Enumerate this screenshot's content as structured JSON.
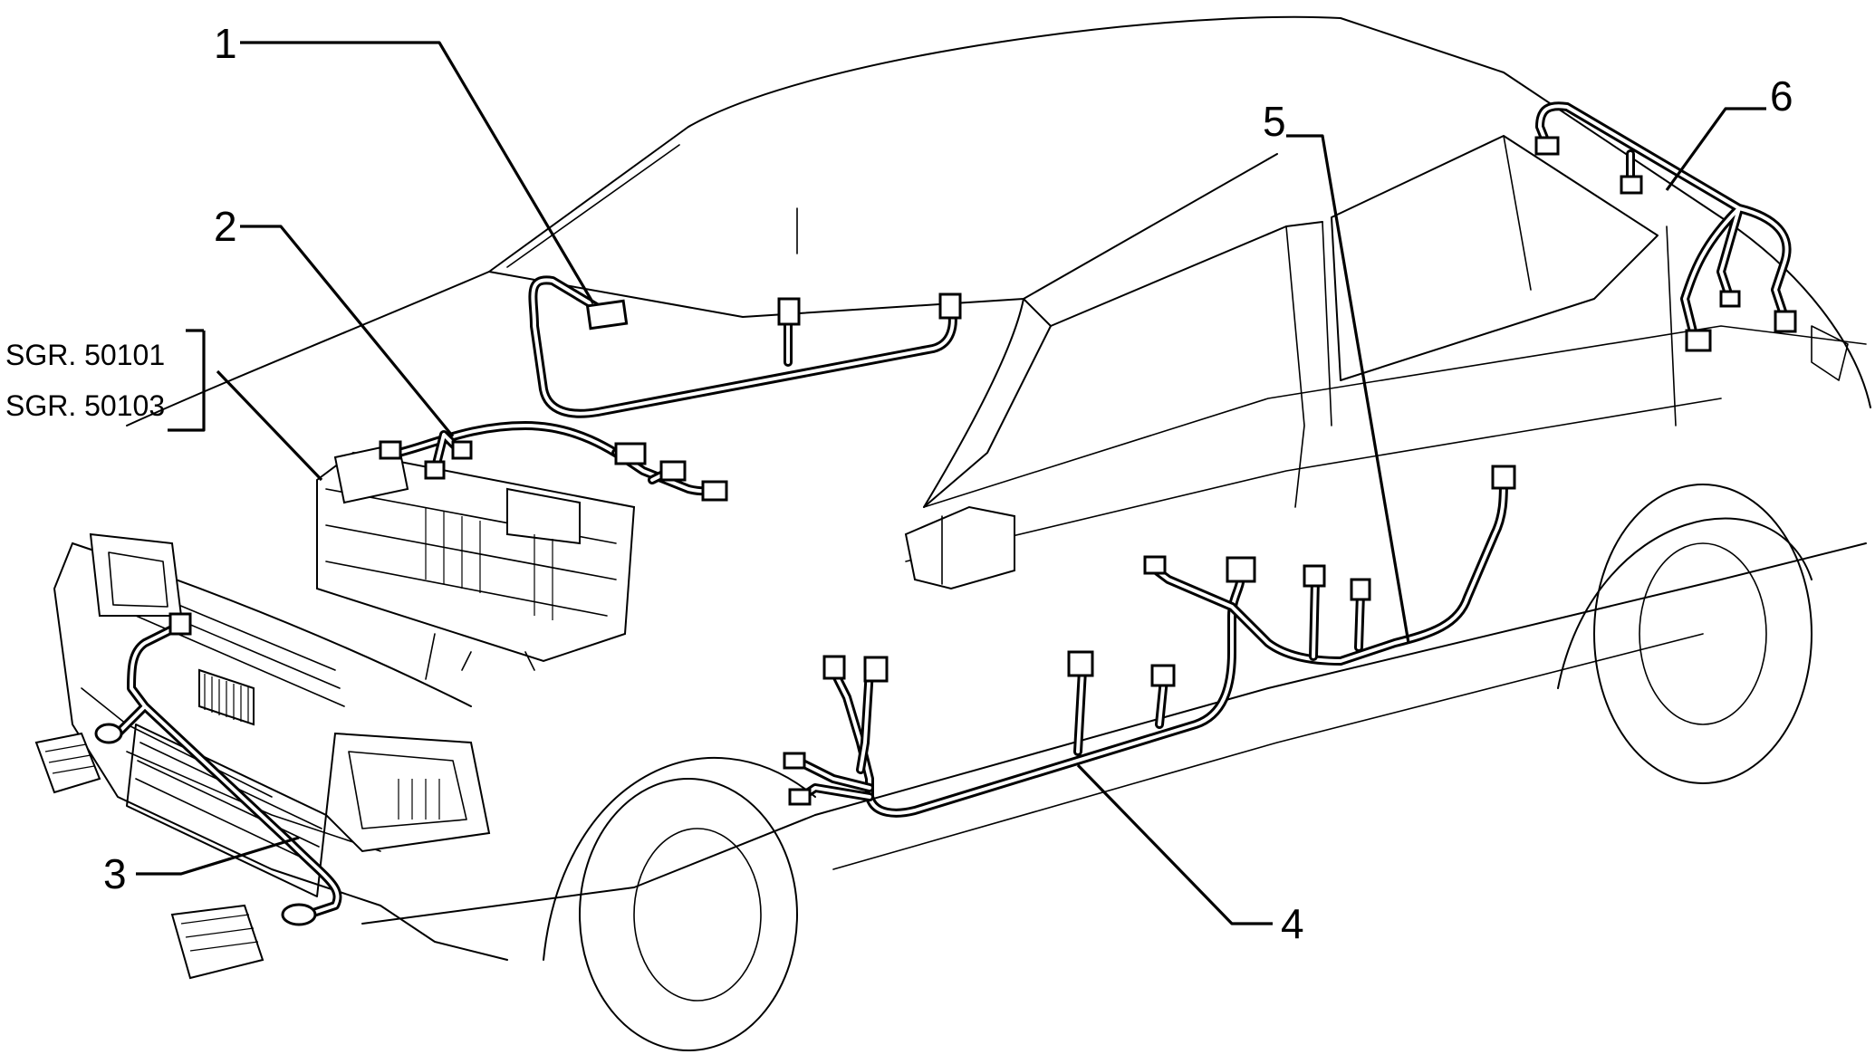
{
  "callouts": [
    {
      "id": "1",
      "label": "1"
    },
    {
      "id": "2",
      "label": "2"
    },
    {
      "id": "3",
      "label": "3"
    },
    {
      "id": "4",
      "label": "4"
    },
    {
      "id": "5",
      "label": "5"
    },
    {
      "id": "6",
      "label": "6"
    }
  ],
  "references": {
    "line1": "SGR. 50101",
    "line2": "SGR. 50103"
  }
}
